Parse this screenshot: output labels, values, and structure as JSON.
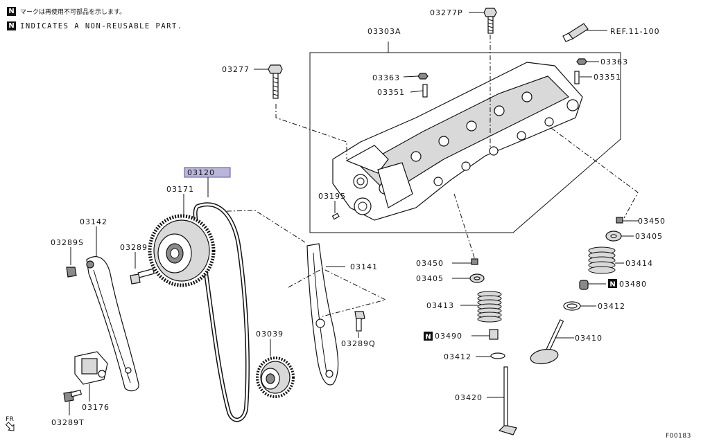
{
  "legend": {
    "marker": "N",
    "line_jp": "マークは再使用不可部品を示します。",
    "line_en": "INDICATES A NON-REUSABLE PART."
  },
  "labels": {
    "p03277P": "03277P",
    "ref": "REF.11-100",
    "p03303A": "03303A",
    "p03363_a": "03363",
    "p03363_b": "03363",
    "p03351_a": "03351",
    "p03351_b": "03351",
    "p03277": "03277",
    "p03120": "03120",
    "p03171": "03171",
    "p03195": "03195",
    "p03142": "03142",
    "p03289S": "03289S",
    "p03289": "03289",
    "p03141": "03141",
    "p03450_a": "03450",
    "p03450_b": "03450",
    "p03405_a": "03405",
    "p03405_b": "03405",
    "p03414": "03414",
    "p03480": "03480",
    "p03413": "03413",
    "p03412_a": "03412",
    "p03412_b": "03412",
    "p03490": "03490",
    "p03410": "03410",
    "p03289Q": "03289Q",
    "p03039": "03039",
    "p03176": "03176",
    "p03289T": "03289T",
    "p03420": "03420",
    "fr": "FR",
    "figure_code": "F00183"
  },
  "colors": {
    "highlight_fill": "#b9b6da",
    "highlight_stroke": "#5a5a8a",
    "ink": "#111111"
  },
  "icons": {
    "non_reusable_marker": "N-box-icon",
    "front_arrow": "front-arrow-icon"
  }
}
